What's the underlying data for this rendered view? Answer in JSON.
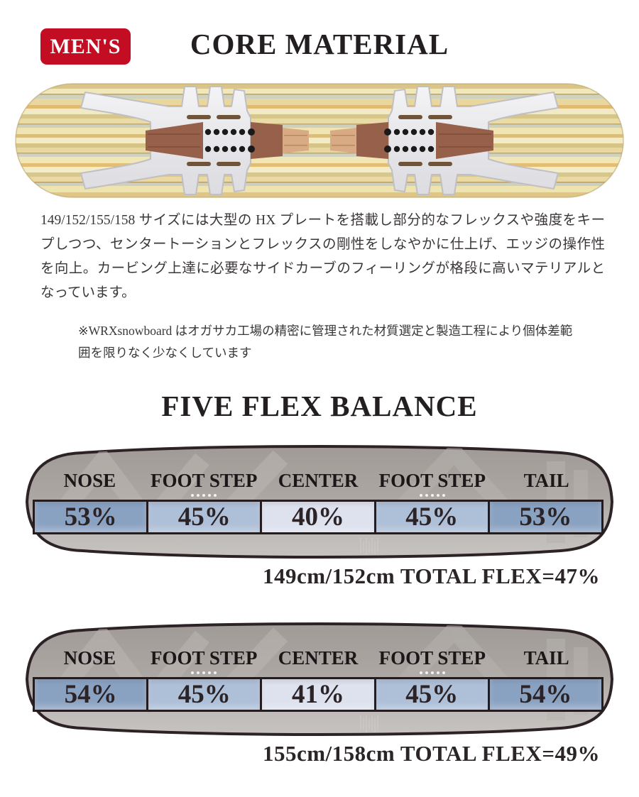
{
  "badge": {
    "label": "MEN'S"
  },
  "core": {
    "title": "CORE MATERIAL",
    "description": "149/152/155/158 サイズには大型の HX プレートを搭載し部分的なフレックスや強度をキープしつつ、センタートーションとフレックスの剛性をしなやかに仕上げ、エッジの操作性を向上。カービング上達に必要なサイドカーブのフィーリングが格段に高いマテリアルとなっています。",
    "note": "※WRXsnowboard はオガサカ工場の精密に管理された材質選定と製造工程により個体差範囲を限りなく少なくしています"
  },
  "flex": {
    "title": "FIVE FLEX BALANCE",
    "boards": [
      {
        "caption": "149cm/152cm TOTAL FLEX=47%",
        "total_flex": "47%",
        "sizes": "149cm/152cm",
        "segments": [
          {
            "label": "NOSE",
            "value": "53%"
          },
          {
            "label": "FOOT STEP",
            "value": "45%"
          },
          {
            "label": "CENTER",
            "value": "40%"
          },
          {
            "label": "FOOT STEP",
            "value": "45%"
          },
          {
            "label": "TAIL",
            "value": "53%"
          }
        ]
      },
      {
        "caption": "155cm/158cm TOTAL FLEX=49%",
        "total_flex": "49%",
        "sizes": "155cm/158cm",
        "segments": [
          {
            "label": "NOSE",
            "value": "54%"
          },
          {
            "label": "FOOT STEP",
            "value": "45%"
          },
          {
            "label": "CENTER",
            "value": "41%"
          },
          {
            "label": "FOOT STEP",
            "value": "45%"
          },
          {
            "label": "TAIL",
            "value": "54%"
          }
        ]
      }
    ]
  },
  "colors": {
    "badge_bg": "#c30d23",
    "seg_dark": "#8aa2c2",
    "seg_mid": "#aebfd8",
    "seg_light": "#dde2ee",
    "bar_border": "#241c1e",
    "heading": "#231f20",
    "board_gray": "#aaa5a1",
    "wood_tan": "#e8d79e",
    "insert_brown": "#96604a"
  }
}
